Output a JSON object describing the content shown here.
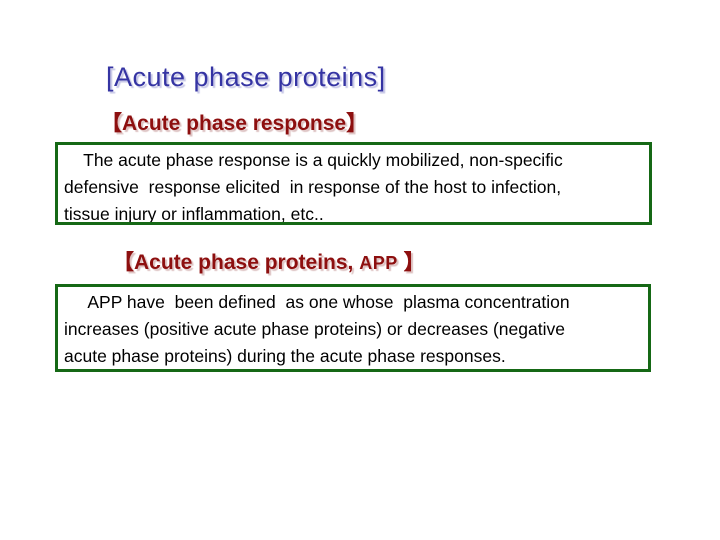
{
  "slide": {
    "title": "[Acute phase proteins]",
    "heading_response": "【Acute phase response】",
    "response_box_text": "    The acute phase response is a quickly mobilized, non-specific\ndefensive  response elicited  in response of the host to infection,\ntissue injury or inflammation, etc..",
    "heading_app": {
      "prefix": "【Acute phase proteins, ",
      "abbr": "APP",
      "suffix": " 】"
    },
    "app_box_text": "     APP have  been defined  as one whose  plasma concentration\nincreases (positive acute phase proteins) or decreases (negative\nacute phase proteins) during the acute phase responses.",
    "colors": {
      "title_blue": "#3534a3",
      "heading_red": "#8d0f0f",
      "box_border_green": "#156815",
      "body_text": "#000000",
      "background": "#ffffff"
    }
  }
}
